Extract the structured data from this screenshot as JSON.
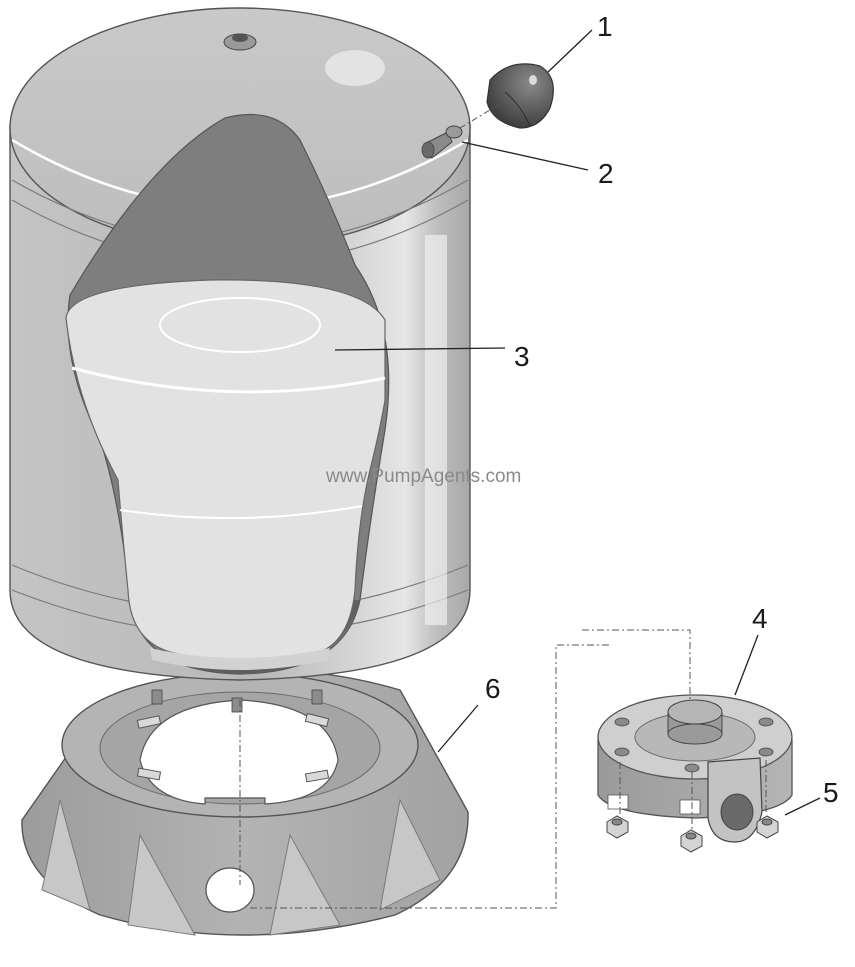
{
  "watermark": "www.PumpAgents.com",
  "callouts": {
    "c1": "1",
    "c2": "2",
    "c3": "3",
    "c4": "4",
    "c5": "5",
    "c6": "6"
  },
  "parts": {
    "tank": "pressure-tank",
    "cap": "air-valve-cap",
    "valve": "air-valve",
    "diaphragm": "diaphragm",
    "adapter": "water-connection-adapter",
    "nuts": "hex-nut",
    "base": "tank-stand"
  },
  "colors": {
    "tank_shell": "#c8c8c8",
    "tank_shadow": "#9a9a9a",
    "inner_dark": "#7c7c7c",
    "diaphragm": "#e4e4e4",
    "base": "#a9a9a9",
    "line": "#444444"
  }
}
